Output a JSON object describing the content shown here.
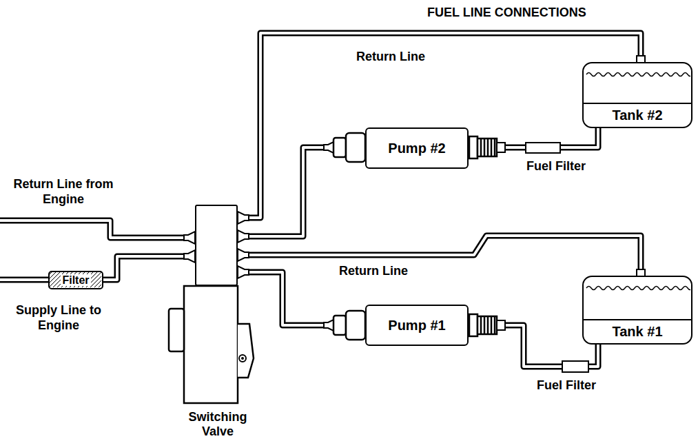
{
  "diagram": {
    "title": "FUEL LINE CONNECTIONS",
    "nodes": [
      {
        "text": [
          "Tank #2"
        ]
      },
      {
        "text": [
          "Pump #2"
        ]
      },
      {
        "text": [
          "Fuel Filter"
        ]
      },
      {
        "text": [
          "Switching Valve"
        ]
      },
      {
        "text": [
          "Filter"
        ]
      },
      {
        "text": [
          "Tank #1"
        ]
      },
      {
        "text": [
          "Pump #1"
        ]
      },
      {
        "text": [
          "Fuel Filter"
        ]
      }
    ],
    "edges": [
      {
        "from": 3,
        "to": 0,
        "arrow": "none",
        "label": "Return Line"
      },
      {
        "from": 0,
        "to": 2,
        "arrow": "none"
      },
      {
        "from": 2,
        "to": 1,
        "arrow": "none"
      },
      {
        "from": 1,
        "to": 3,
        "arrow": "none"
      },
      {
        "from": 3,
        "to": 5,
        "arrow": "none",
        "label": "Return Line"
      },
      {
        "from": 5,
        "to": 7,
        "arrow": "none"
      },
      {
        "from": 7,
        "to": 6,
        "arrow": "none"
      },
      {
        "from": 6,
        "to": 3,
        "arrow": "none"
      },
      {
        "from": 3,
        "to": 4,
        "arrow": "none"
      }
    ],
    "labels": [
      "Return Line from Engine",
      "Supply Line to Engine"
    ]
  }
}
